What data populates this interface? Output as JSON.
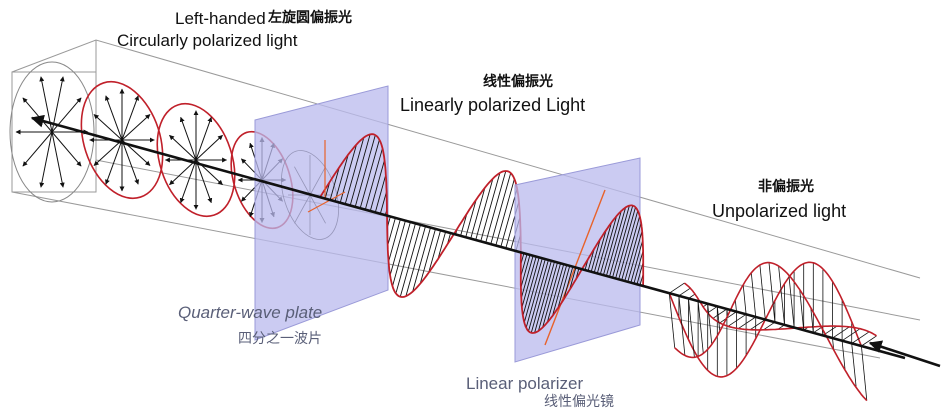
{
  "labels": {
    "circular_en_1": "Left-handed",
    "circular_en_2": "Circularly polarized light",
    "circular_cn": "左旋圆偏振光",
    "linear_en": "Linearly polarized Light",
    "linear_cn": "线性偏振光",
    "unpolarized_en": "Unpolarized light",
    "unpolarized_cn": "非偏振光",
    "quarter_wave_en": "Quarter-wave plate",
    "quarter_wave_cn": "四分之一波片",
    "linear_polarizer_en": "Linear polarizer",
    "linear_polarizer_cn": "线性偏光镜"
  },
  "colors": {
    "wave_red": "#c0202a",
    "arrow_black": "#111111",
    "plate_fill": "#b9b9ee",
    "plate_stroke": "#9a9ad8",
    "label_gray_blue": "#5a5f78",
    "polarizer_axis": "#e8622a",
    "box_gray": "#9a9a9a"
  }
}
